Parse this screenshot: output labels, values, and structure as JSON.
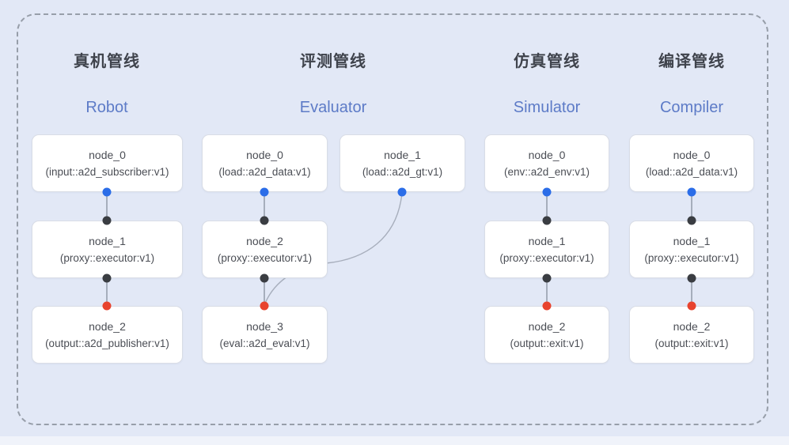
{
  "pipelines": [
    {
      "title_zh": "真机管线",
      "title_en": "Robot",
      "nodes": [
        {
          "title": "node_0",
          "type": "(input::a2d_subscriber:v1)"
        },
        {
          "title": "node_1",
          "type": "(proxy::executor:v1)"
        },
        {
          "title": "node_2",
          "type": "(output::a2d_publisher:v1)"
        }
      ]
    },
    {
      "title_zh": "评测管线",
      "title_en": "Evaluator",
      "nodes": [
        {
          "title": "node_0",
          "type": "(load::a2d_data:v1)"
        },
        {
          "title": "node_1",
          "type": "(load::a2d_gt:v1)"
        },
        {
          "title": "node_2",
          "type": "(proxy::executor:v1)"
        },
        {
          "title": "node_3",
          "type": "(eval::a2d_eval:v1)"
        }
      ]
    },
    {
      "title_zh": "仿真管线",
      "title_en": "Simulator",
      "nodes": [
        {
          "title": "node_0",
          "type": "(env::a2d_env:v1)"
        },
        {
          "title": "node_1",
          "type": "(proxy::executor:v1)"
        },
        {
          "title": "node_2",
          "type": "(output::exit:v1)"
        }
      ]
    },
    {
      "title_zh": "编译管线",
      "title_en": "Compiler",
      "nodes": [
        {
          "title": "node_0",
          "type": "(load::a2d_data:v1)"
        },
        {
          "title": "node_1",
          "type": "(proxy::executor:v1)"
        },
        {
          "title": "node_2",
          "type": "(output::exit:v1)"
        }
      ]
    }
  ],
  "colors": {
    "background": "#e2e8f6",
    "frame_border": "#979ea9",
    "node_fill": "#ffffff",
    "node_border": "#d9dde6",
    "node_text": "#4b4e55",
    "title_zh_color": "#3f434c",
    "title_en_color": "#5d7bc7",
    "port_input_blue": "#2b6de8",
    "port_mid_dark": "#3a3d42",
    "port_output_red": "#e8432e",
    "edge_line": "#8d95a3"
  }
}
